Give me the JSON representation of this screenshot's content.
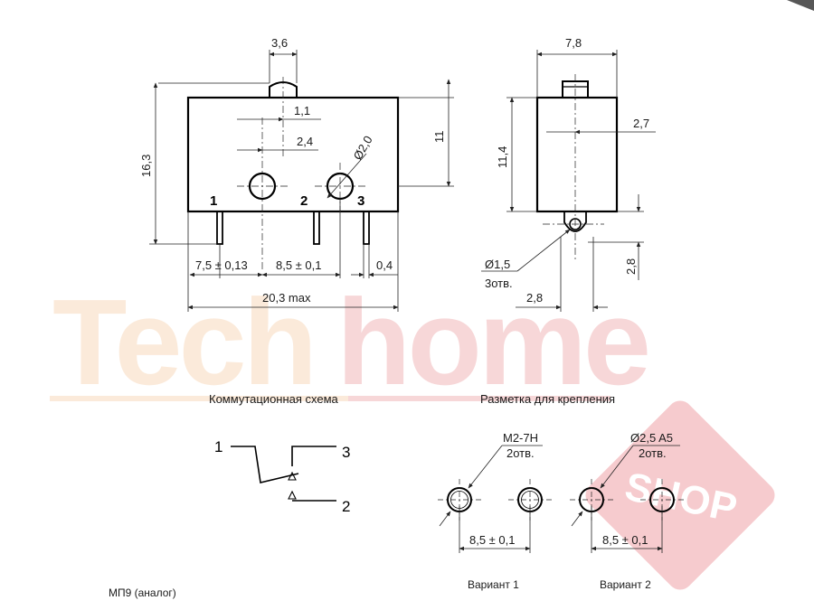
{
  "watermark": {
    "brand_part1": "Tech",
    "brand_part2": "home",
    "badge": "SHOP",
    "colors": {
      "light": "#fbe7d4",
      "dark": "#f3c6c9",
      "badge": "#ee9aa0"
    }
  },
  "front_view": {
    "dims": {
      "actuator_width": "3,6",
      "actuator_offset": "1,1",
      "hole_offset": "2,4",
      "hole_diameter": "Ø2,0",
      "total_height": "16,3",
      "body_height": "11",
      "pin_pitch_1": "7,5 ± 0,13",
      "pin_pitch_2": "8,5 ± 0,1",
      "pin_thickness": "0,4",
      "total_length": "20,3 max"
    },
    "pins": [
      "1",
      "2",
      "3"
    ]
  },
  "side_view": {
    "dims": {
      "width": "7,8",
      "actuator_offset": "2,7",
      "body_height": "11,4",
      "pin_hole_diameter": "Ø1,5",
      "pin_hole_count": "3отв.",
      "pin_offset_x": "2,8",
      "pin_offset_y": "2,8"
    }
  },
  "schematic": {
    "title": "Коммутационная схема",
    "terminals": [
      "1",
      "3",
      "2"
    ]
  },
  "mounting": {
    "title": "Разметка для крепления",
    "variant1": {
      "thread": "M2-7H",
      "count": "2отв.",
      "pitch": "8,5 ± 0,1",
      "label": "Вариант 1"
    },
    "variant2": {
      "diameter": "Ø2,5 A5",
      "count": "2отв.",
      "pitch": "8,5 ± 0,1",
      "label": "Вариант 2"
    }
  },
  "footnote": "МП9 (аналог)"
}
